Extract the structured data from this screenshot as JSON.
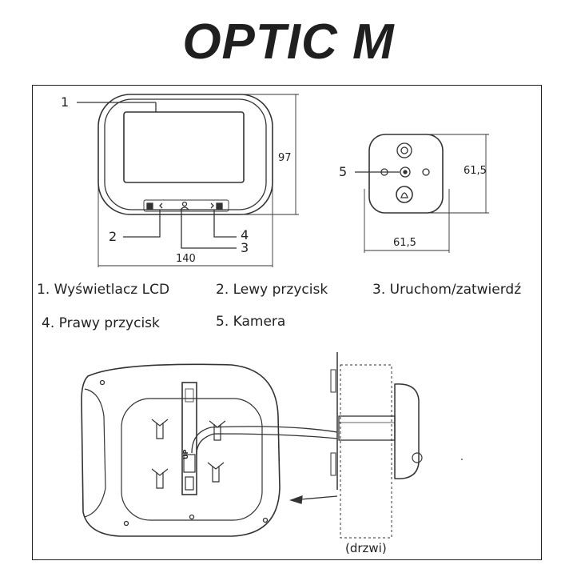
{
  "title": "OPTIC M",
  "dimensions": {
    "width_main": "140",
    "height_main": "97",
    "width_camera": "61,5",
    "height_camera": "61,5"
  },
  "callouts": [
    "1",
    "2",
    "3",
    "4",
    "5"
  ],
  "legend": [
    "1. Wyświetlacz LCD",
    "2. Lewy przycisk",
    "3. Uruchom/zatwierdź",
    "4. Prawy przycisk",
    "5. Kamera"
  ],
  "install": {
    "door_label": "(drzwi)",
    "up_mark": "UP"
  },
  "icons": [
    "menu-icon",
    "chevron-left-icon",
    "bell-user-icon",
    "chevron-right-icon",
    "arrow-left-icon"
  ]
}
